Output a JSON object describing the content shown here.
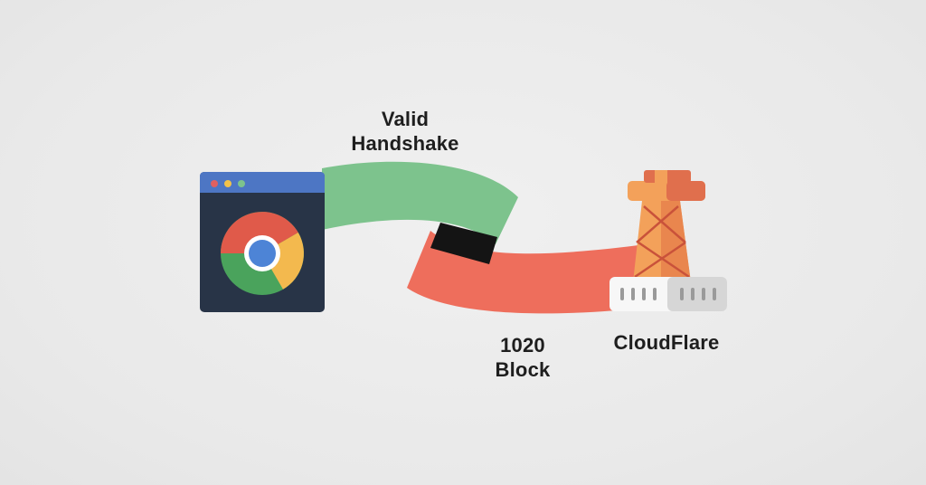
{
  "labels": {
    "handshake": [
      "Valid",
      "Handshake"
    ],
    "block": [
      "1020",
      "Block"
    ],
    "server": "CloudFlare"
  },
  "icons": {
    "browser": "chrome-browser-window-icon",
    "server": "cloudflare-tower-icon"
  },
  "colors": {
    "background": "#ebebeb",
    "handshake_path": "#7dc38d",
    "block_path": "#ee6e5c",
    "block_barrier": "#141414",
    "browser_titlebar": "#4d76c4",
    "browser_body": "#283447",
    "tower_orange": "#f3a15a",
    "tower_dark": "#e06f4d"
  }
}
